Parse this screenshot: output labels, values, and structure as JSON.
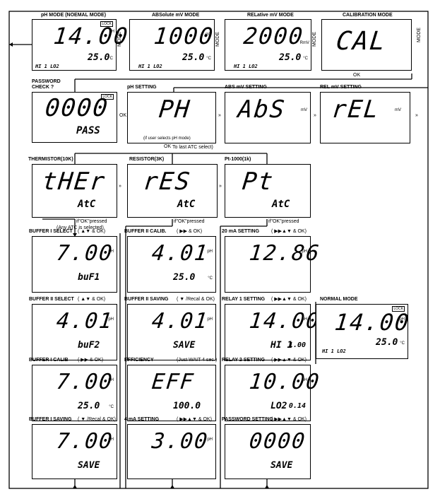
{
  "row1": {
    "ph_mode": {
      "title": "pH MODE (NOEMAL MODE)",
      "value": "14.00",
      "unit": "pH",
      "temp": "25.0",
      "temp_unit": "°C",
      "sub": "HI 1 LO2",
      "tag": "LOCK"
    },
    "abs_mode": {
      "title": "ABSolute mV MODE",
      "value": "1000",
      "unit": "mV",
      "temp": "25.0",
      "temp_unit": "°C",
      "sub": "HI 1 LO2"
    },
    "rel_mode": {
      "title": "RELative mV MODE",
      "value": "2000",
      "unit": "RmV",
      "temp": "25.0",
      "temp_unit": "°C",
      "sub": "HI 1 LO2"
    },
    "cal_mode": {
      "title": "CALIBRATION MODE",
      "value": "CAL"
    }
  },
  "mode_labels": {
    "mode": "MODE",
    "ok": "OK"
  },
  "row2": {
    "password": {
      "title1": "PASSWORD",
      "title2": "CHECK ?",
      "value": "0000",
      "sub": "PASS",
      "tag": "LOCK"
    },
    "ph_setting": {
      "title": "pH SETTING",
      "value": "PH",
      "note": "(if user selects pH mode)"
    },
    "abs_setting": {
      "title": "ABS mV SETTING",
      "value": "AbS",
      "unit": "mV"
    },
    "rel_setting": {
      "title": "REL mV SETTING",
      "value": "rEL",
      "unit": "mV"
    }
  },
  "atc_note": "To last ATC select)",
  "row3": {
    "thermistor": {
      "title": "THERMISTOR(10K)",
      "value": "tHEr",
      "sub": "AtC"
    },
    "resistor": {
      "title": "RESISTOR(3K)",
      "value": "rES",
      "sub": "AtC"
    },
    "pt1000": {
      "title": "Pt-1000(1k)",
      "value": "Pt",
      "sub": "AtC"
    }
  },
  "pressed_notes": {
    "a": "if\"OK\"pressed",
    "a2": "(Any ATC is selected)",
    "b": "if\"OK\"pressed",
    "c": "if\"OK\"pressed"
  },
  "col1": [
    {
      "title": "BUFFER I SELECT",
      "keys": "( ▲▼ & OK)",
      "value": "7.00",
      "unit": "pH",
      "sub": "buF1"
    },
    {
      "title": "BUFFER II SELECT",
      "keys": "( ▲▼ & OK)",
      "value": "4.01",
      "unit": "pH",
      "sub": "buF2"
    },
    {
      "title": "BUFFER I CALIB",
      "keys": "( ▶▶ & OK)",
      "value": "7.00",
      "unit": "pH",
      "sub": "25.0",
      "sub_unit": "°C"
    },
    {
      "title": "BUFFER I SAVING",
      "keys": "( ▼ /Recal & OK)",
      "value": "7.00",
      "unit": "pH",
      "sub": "SAVE"
    }
  ],
  "col2": [
    {
      "title": "BUFFER II CALIB.",
      "keys": "( ▶▶ & OK)",
      "value": "4.01",
      "unit": "pH",
      "sub": "25.0",
      "sub_unit": "°C"
    },
    {
      "title": "BUFFER II SAVING",
      "keys": "( ▼ /Recal & OK)",
      "value": "4.01",
      "unit": "pH",
      "sub": "SAVE"
    },
    {
      "title": "EFFICIENCY",
      "keys": "(Just WAIT 4 sec.)",
      "value": "EFF",
      "unit": "",
      "sub": "100.0"
    },
    {
      "title": "4 mA SETTING",
      "keys": "( ▶▶▲▼ & OK)",
      "value": "3.00",
      "unit": "pH",
      "sub": ""
    }
  ],
  "col3": [
    {
      "title": "20 mA SETTING",
      "keys": "( ▶▶▲▼ & OK)",
      "value": "12.86",
      "unit": "pH",
      "sub": ""
    },
    {
      "title": "RELAY 1 SETTING",
      "keys": "( ▶▶▲▼ & OK)",
      "value": "14.00",
      "unit": "pH",
      "sub": "HI 1",
      "sub2": "1.00"
    },
    {
      "title": "RELAY 2 SETTING",
      "keys": "( ▶▶▲▼ & OK)",
      "value": "10.00",
      "unit": "pH",
      "sub": "LO2",
      "sub2": "0.14"
    },
    {
      "title": "PASSWORD SETTING",
      "keys": "( ▶▶▲▼ & OK)",
      "value": "0000",
      "unit": "",
      "sub": "SAVE"
    }
  ],
  "normal_mode": {
    "title": "NORMAL MODE",
    "value": "14.00",
    "unit": "pH",
    "temp": "25.0",
    "temp_unit": "°C",
    "sub": "HI 1 LO2",
    "tag": "LOCK"
  },
  "arrow_glyph": "»",
  "icons": {
    "arrow": "double-arrow-icon",
    "reset": "ok-icon"
  }
}
